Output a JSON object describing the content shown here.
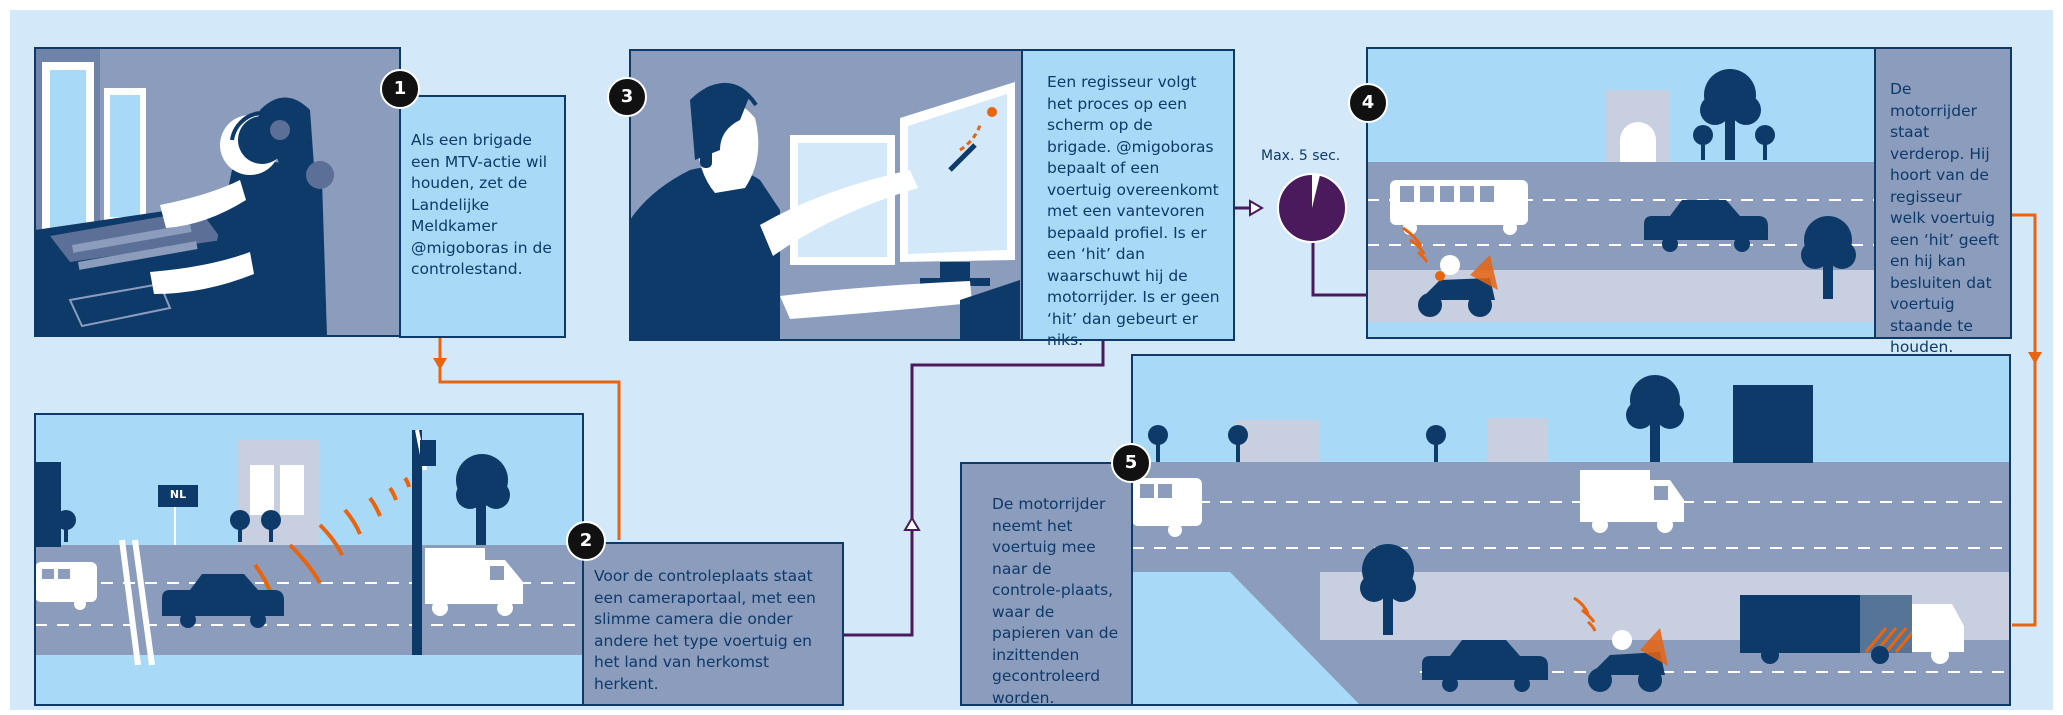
{
  "steps": [
    {
      "number": "1",
      "text": "Als een brigade een MTV-actie wil houden, zet de Landelijke Meldkamer @migoboras in de controlestand."
    },
    {
      "number": "2",
      "text": "Voor de controleplaats staat een cameraportaal, met een slimme camera die onder andere het type voertuig en het land van herkomst herkent."
    },
    {
      "number": "3",
      "text": "Een regisseur volgt het proces op een scherm op de brigade. @migoboras bepaalt of een voertuig overeenkomt met een vantevoren bepaald profiel. Is er een ‘hit’ dan waarschuwt hij de motorrijder. Is er geen ‘hit’ dan gebeurt er niks."
    },
    {
      "number": "4",
      "text": "De motorrijder staat verderop. Hij hoort van de regisseur welk voertuig een ‘hit’ geeft en hij kan besluiten dat voertuig staande te houden."
    },
    {
      "number": "5",
      "text": "De motorrijder neemt het voertuig mee naar de controle-plaats, waar de papieren van de inzittenden gecontroleerd worden."
    }
  ],
  "timer_label": "Max. 5 sec.",
  "country_sign": "NL",
  "colors": {
    "background": "#d3e8f8",
    "navy": "#0e3a69",
    "orange": "#e8640f",
    "purple": "#4a1a5c",
    "road_grey": "#8b9cbd",
    "sky": "#a8d9f6"
  }
}
